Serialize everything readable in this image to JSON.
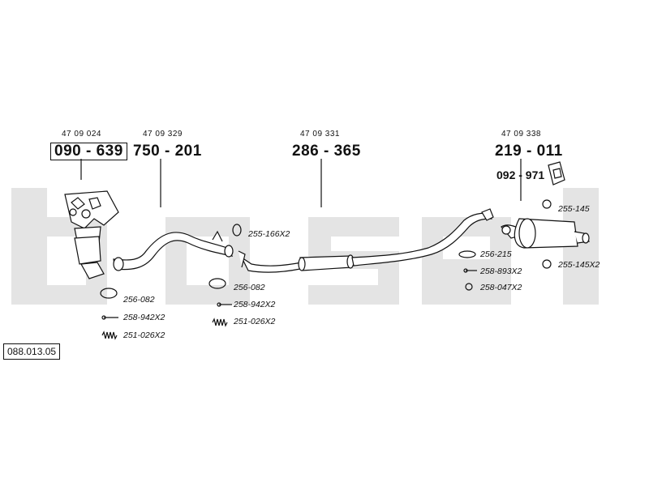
{
  "brand_color": "#e6e6e6",
  "reference": "088.013.05",
  "groups": [
    {
      "oe": "47 09 024",
      "part": "090 - 639",
      "boxed": true
    },
    {
      "oe": "47 09 329",
      "part": "750 - 201"
    },
    {
      "oe": "47 09 331",
      "part": "286 - 365"
    },
    {
      "oe": "47 09 338",
      "part": "219 - 011"
    }
  ],
  "bracket_part": "092 - 971",
  "accessories": {
    "front_gasket": "256-082",
    "front_bolt": "258-942X2",
    "front_spring": "251-026X2",
    "mid_ring": "255-166X2",
    "mid_gasket": "256-082",
    "mid_bolt": "258-942X2",
    "mid_spring": "251-026X2",
    "rear_gasket": "256-215",
    "rear_bolt": "258-893X2",
    "rear_nut": "258-047X2",
    "rear_hanger": "255-145",
    "rear_hanger2": "255-145X2"
  }
}
